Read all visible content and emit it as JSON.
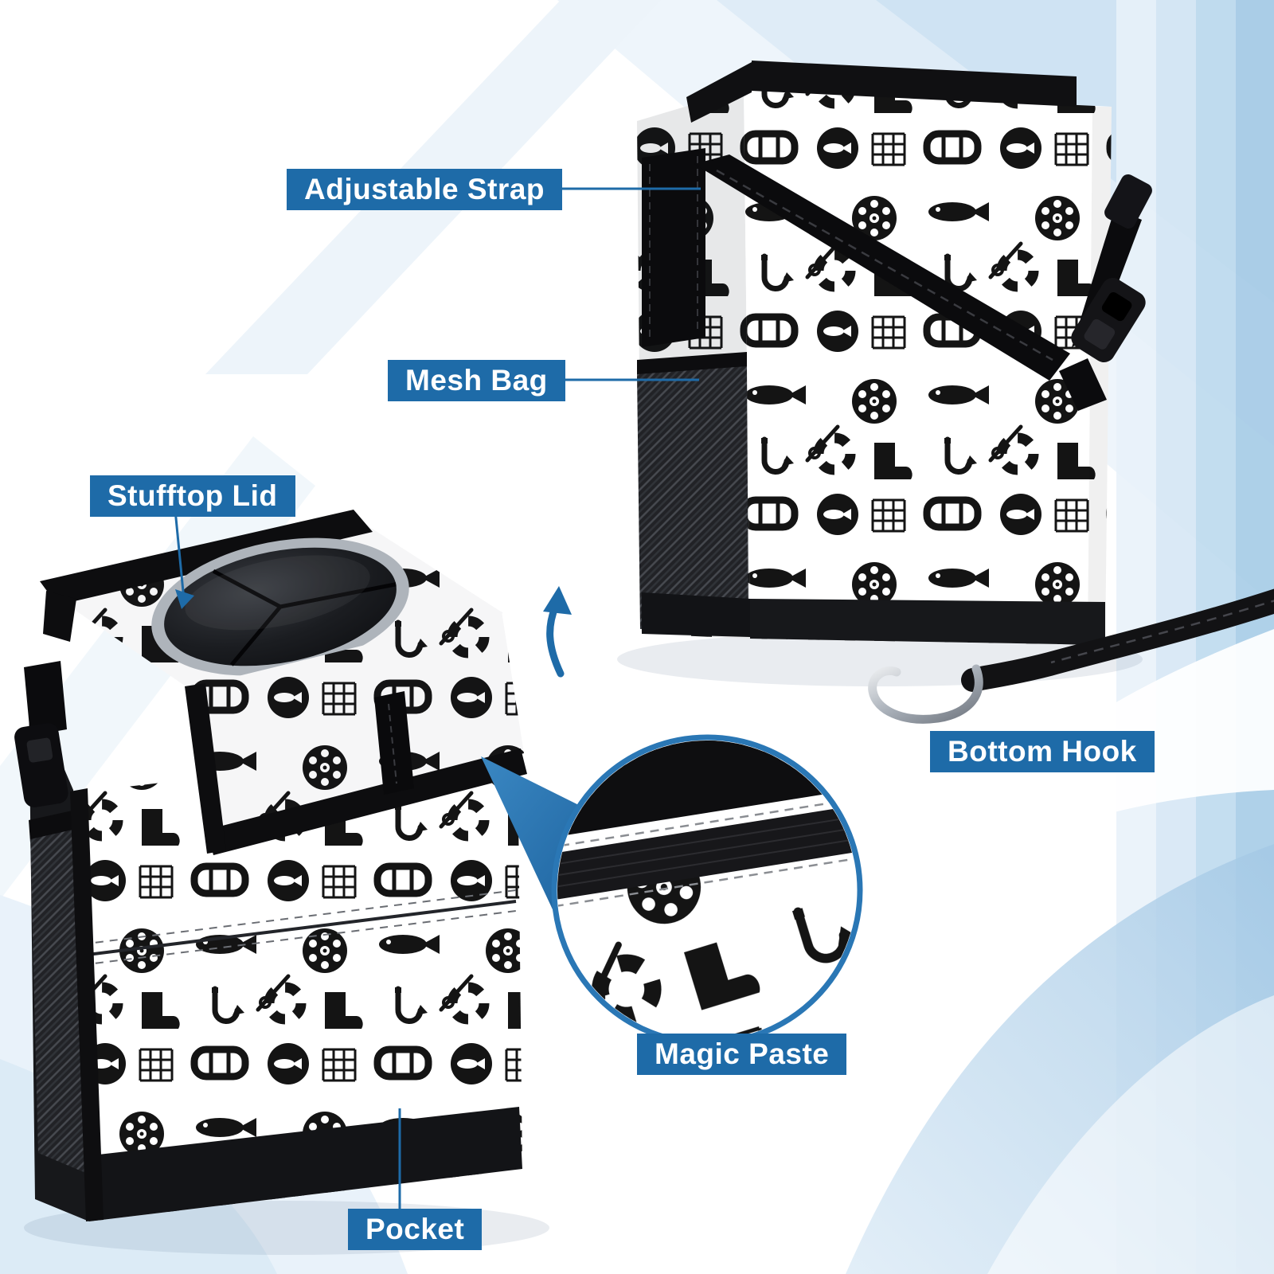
{
  "colors": {
    "accent": "#1e6ba8",
    "label_text": "#ffffff",
    "zoom_ring": "#2a77b5"
  },
  "callouts": {
    "adjustable_strap": {
      "label": "Adjustable Strap"
    },
    "mesh_bag": {
      "label": "Mesh Bag"
    },
    "stufftop_lid": {
      "label": "Stufftop Lid"
    },
    "bottom_hook": {
      "label": "Bottom Hook"
    },
    "magic_paste": {
      "label": "Magic Paste"
    },
    "pocket": {
      "label": "Pocket"
    }
  }
}
